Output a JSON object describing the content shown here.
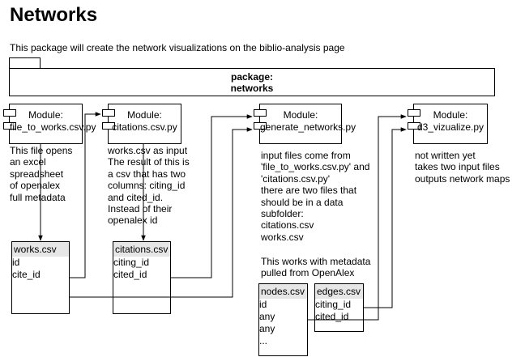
{
  "title": "Networks",
  "subtitle": "This package will create the network visualizations on the biblio-analysis page",
  "package": {
    "line1": "package:",
    "line2": "networks"
  },
  "modules": [
    {
      "line1": "Module:",
      "line2": "file_to_works.csv.py"
    },
    {
      "line1": "Module:",
      "line2": "citations.csv.py"
    },
    {
      "line1": "Module:",
      "line2": "generate_networks.py"
    },
    {
      "line1": "Module:",
      "line2": "d3_vizualize.py"
    }
  ],
  "notes": {
    "file_to_works": "This file opens\nan excel\nspreadsheet\nof openalex\nfull metadata",
    "citations": "works.csv as input\nThe result of this is\na csv that has two\ncolumns: citing_id\nand cited_id.\nInstead of their\nopenalex id",
    "generate_networks": "input files come from\n'file_to_works.csv.py' and\n'citations.csv.py'\nthere are two files that\nshould be in a data\nsubfolder:\ncitations.csv\nworks.csv",
    "generate_networks_2": "This works with metadata\npulled from OpenAlex",
    "d3": "not written yet\ntakes two input files\noutputs network maps"
  },
  "tables": {
    "works": {
      "header": "works.csv",
      "rows": [
        "id",
        "cite_id"
      ]
    },
    "citations": {
      "header": "citations.csv",
      "rows": [
        "citing_id",
        "cited_id"
      ]
    },
    "nodes": {
      "header": "nodes.csv",
      "rows": [
        "id",
        "any",
        "any",
        "..."
      ]
    },
    "edges": {
      "header": "edges.csv",
      "rows": [
        "citing_id",
        "cited_id"
      ]
    }
  },
  "colors": {
    "line": "#000000",
    "table_header": "#e6e6e6"
  }
}
